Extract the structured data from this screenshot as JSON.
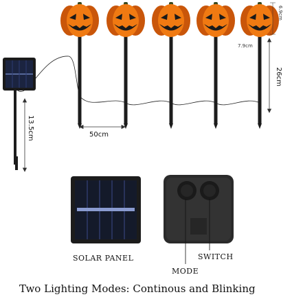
{
  "product": {
    "pumpkin_count": 5,
    "colors": {
      "pumpkin": "#f07a12",
      "pumpkin_shade": "#c9560a",
      "face": "#1a1a1a",
      "stem": "#3a4a1e",
      "stake": "#1c1c1c",
      "panel": "#141a2a",
      "panel_grid": "#3b4a8a",
      "box": "#2a2a2a"
    }
  },
  "dimensions": {
    "pumpkin_height": "6.9cm",
    "pumpkin_width": "7.9cm",
    "stake_height": "26cm",
    "spacing": "50cm",
    "panel_stake": "13.5cm"
  },
  "labels": {
    "solar_panel": "SOLAR PANEL",
    "mode": "MODE",
    "switch": "SWITCH"
  },
  "footer": {
    "text": "Two Lighting Modes:  Continous and Blinking"
  }
}
